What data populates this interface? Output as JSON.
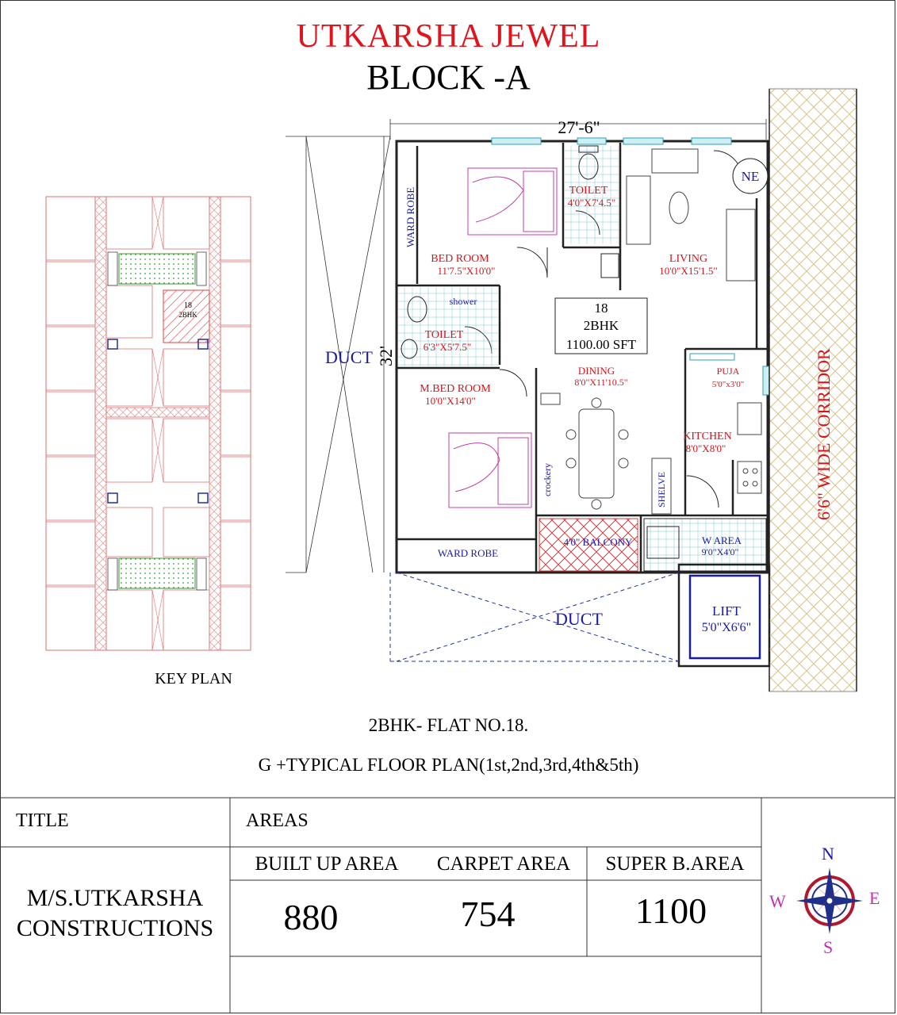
{
  "header": {
    "title": "UTKARSHA JEWEL",
    "block": "BLOCK -A"
  },
  "plan": {
    "width_dim": "27'-6\"",
    "height_dim": "32'",
    "rooms": {
      "ward_robe_top": "WARD ROBE",
      "bed_room": "BED ROOM",
      "bed_room_size": "11'7.5\"X10'0\"",
      "toilet_1": "TOILET",
      "toilet_1_size": "4'0\"X7'4.5\"",
      "living": "LIVING",
      "living_size": "10'0\"X15'1.5\"",
      "ne": "NE",
      "shower": "shower",
      "toilet_2": "TOILET",
      "toilet_2_size": "6'3\"X5'7.5\"",
      "flat_no": "18",
      "flat_type": "2BHK",
      "flat_area": "1100.00 SFT",
      "dining": "DINING",
      "dining_size": "8'0\"X11'10.5\"",
      "puja": "PUJA",
      "puja_size": "5'0\"x3'0\"",
      "m_bed_room": "M.BED ROOM",
      "m_bed_room_size": "10'0\"X14'0\"",
      "kitchen": "KITCHEN",
      "kitchen_size": "8'0\"X8'0\"",
      "crockery": "crockery",
      "shelve": "SHELVE",
      "ward_robe_bottom": "WARD ROBE",
      "balcony": "4'0\" BALCONY",
      "w_area": "W AREA",
      "w_area_size": "9'0\"X4'0\"",
      "lift": "LIFT",
      "lift_size": "5'0\"X6'6\"",
      "duct_left": "DUCT",
      "duct_bottom": "DUCT",
      "corridor": "6'6\" WIDE CORRIDOR"
    }
  },
  "key_plan": {
    "label": "KEY PLAN",
    "unit_no": "18",
    "unit_type": "2BHK"
  },
  "captions": {
    "flat": "2BHK- FLAT NO.18.",
    "floor": "G +TYPICAL FLOOR  PLAN(1st,2nd,3rd,4th&5th)"
  },
  "table": {
    "title_header": "TITLE",
    "company_line1": "M/S.UTKARSHA",
    "company_line2": "CONSTRUCTIONS",
    "areas_header": "AREAS",
    "columns": [
      "BUILT UP AREA",
      "CARPET AREA",
      "SUPER B.AREA"
    ],
    "values": [
      "880",
      "754",
      "1100"
    ]
  },
  "compass": {
    "n": "N",
    "e": "E",
    "s": "S",
    "w": "W"
  },
  "colors": {
    "title_red": "#e0141c",
    "room_red": "#d6141c",
    "label_blue": "#1a1aa8",
    "hatch_red": "#e04040",
    "window_teal": "#2aa0b4"
  }
}
